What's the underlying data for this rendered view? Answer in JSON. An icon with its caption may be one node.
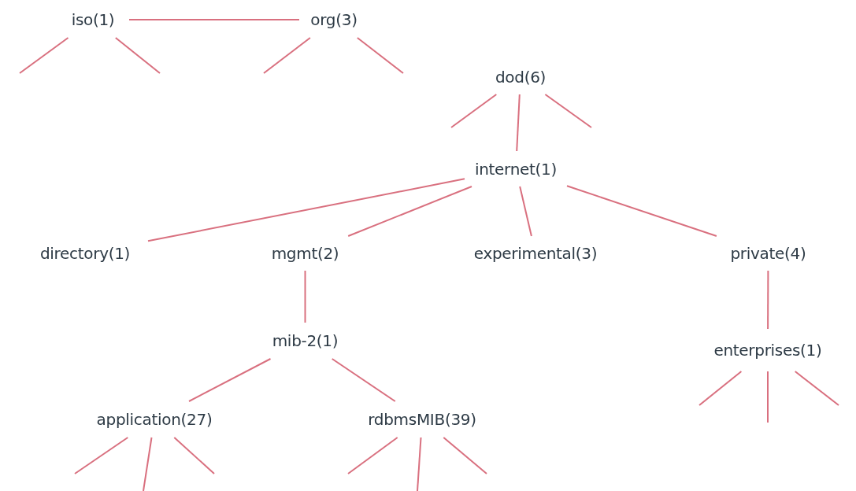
{
  "diagram": {
    "nodes": [
      {
        "text": [
          "iso(1)"
        ]
      },
      {
        "text": [
          "org(3)"
        ]
      },
      {
        "text": [
          "dod(6)"
        ]
      },
      {
        "text": [
          "internet(1)"
        ]
      },
      {
        "text": [
          "directory(1)"
        ]
      },
      {
        "text": [
          "mgmt(2)"
        ]
      },
      {
        "text": [
          "experimental(3)"
        ]
      },
      {
        "text": [
          "private(4)"
        ]
      },
      {
        "text": [
          "mib-2(1)"
        ]
      },
      {
        "text": [
          "enterprises(1)"
        ]
      },
      {
        "text": [
          "application(27)"
        ]
      },
      {
        "text": [
          "rdbmsMIB(39)"
        ]
      }
    ],
    "edges": [
      {
        "from": 0,
        "to": 1,
        "arrow": "none"
      },
      {
        "from": 0,
        "to": null,
        "arrow": "none"
      },
      {
        "from": 0,
        "to": null,
        "arrow": "none"
      },
      {
        "from": 1,
        "to": null,
        "arrow": "none"
      },
      {
        "from": 1,
        "to": null,
        "arrow": "none"
      },
      {
        "from": 2,
        "to": null,
        "arrow": "none"
      },
      {
        "from": 2,
        "to": 3,
        "arrow": "none"
      },
      {
        "from": 2,
        "to": null,
        "arrow": "none"
      },
      {
        "from": 3,
        "to": 4,
        "arrow": "none"
      },
      {
        "from": 3,
        "to": 5,
        "arrow": "none"
      },
      {
        "from": 3,
        "to": 6,
        "arrow": "none"
      },
      {
        "from": 3,
        "to": 7,
        "arrow": "none"
      },
      {
        "from": 5,
        "to": 8,
        "arrow": "none"
      },
      {
        "from": 7,
        "to": 9,
        "arrow": "none"
      },
      {
        "from": 8,
        "to": 10,
        "arrow": "none"
      },
      {
        "from": 8,
        "to": 11,
        "arrow": "none"
      },
      {
        "from": 9,
        "to": null,
        "arrow": "none"
      },
      {
        "from": 9,
        "to": null,
        "arrow": "none"
      },
      {
        "from": 9,
        "to": null,
        "arrow": "none"
      },
      {
        "from": 10,
        "to": null,
        "arrow": "none"
      },
      {
        "from": 10,
        "to": null,
        "arrow": "none"
      },
      {
        "from": 10,
        "to": null,
        "arrow": "none"
      },
      {
        "from": 11,
        "to": null,
        "arrow": "none"
      },
      {
        "from": 11,
        "to": null,
        "arrow": "none"
      },
      {
        "from": 11,
        "to": null,
        "arrow": "none"
      }
    ]
  }
}
